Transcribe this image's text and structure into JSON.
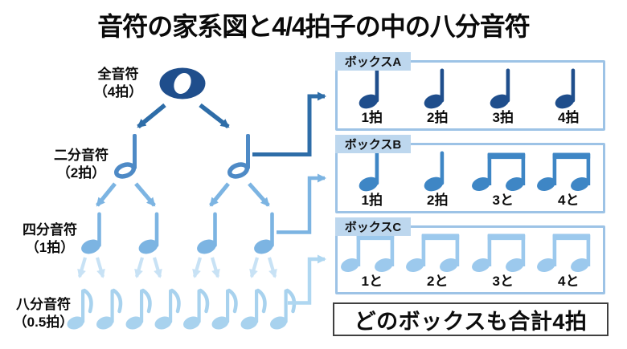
{
  "title": "音符の家系図と4/4拍子の中の八分音符",
  "tree": {
    "levels": [
      {
        "id": "whole-note",
        "name": "全音符",
        "beats": "（4拍）",
        "count": 1
      },
      {
        "id": "half-note",
        "name": "二分音符",
        "beats": "（2拍）",
        "count": 2
      },
      {
        "id": "quarter-note",
        "name": "四分音符",
        "beats": "（1拍）",
        "count": 4
      },
      {
        "id": "eighth-note",
        "name": "八分音符",
        "beats": "（0.5拍）",
        "count": 8
      }
    ]
  },
  "boxes": [
    {
      "id": "A",
      "label": "ボックスA",
      "items": [
        {
          "note": "quarter",
          "beat": "1拍"
        },
        {
          "note": "quarter",
          "beat": "2拍"
        },
        {
          "note": "quarter",
          "beat": "3拍"
        },
        {
          "note": "quarter",
          "beat": "4拍"
        }
      ]
    },
    {
      "id": "B",
      "label": "ボックスB",
      "items": [
        {
          "note": "quarter",
          "beat": "1拍"
        },
        {
          "note": "quarter",
          "beat": "2拍"
        },
        {
          "note": "eighth-pair",
          "beat": "3と"
        },
        {
          "note": "eighth-pair",
          "beat": "4と"
        }
      ]
    },
    {
      "id": "C",
      "label": "ボックスC",
      "items": [
        {
          "note": "eighth-pair",
          "beat": "1と"
        },
        {
          "note": "eighth-pair",
          "beat": "2と"
        },
        {
          "note": "eighth-pair",
          "beat": "3と"
        },
        {
          "note": "eighth-pair",
          "beat": "4と"
        }
      ]
    }
  ],
  "footer": {
    "text": "どのボックスも合計4拍"
  },
  "colors": {
    "whole_note": "#1f4e8c",
    "half_note": "#4e8ac6",
    "quarter_note": "#7cb4e2",
    "eighth_note": "#a8d2ee",
    "branch_arrow_dark": "#2e6da8",
    "branch_arrow_mid": "#7cb4e2",
    "branch_arrow_light": "#c8e2f5",
    "connector_c": "#afd7f1",
    "box_a_note": "#1f4e8c",
    "box_b_note": "#3e86c5",
    "box_c_note": "#9cc9ed",
    "box_border": "#9dc3e6",
    "box_label_bg": "#bdd7ee",
    "footer_border": "#404040",
    "text": "#0c0c0c"
  }
}
